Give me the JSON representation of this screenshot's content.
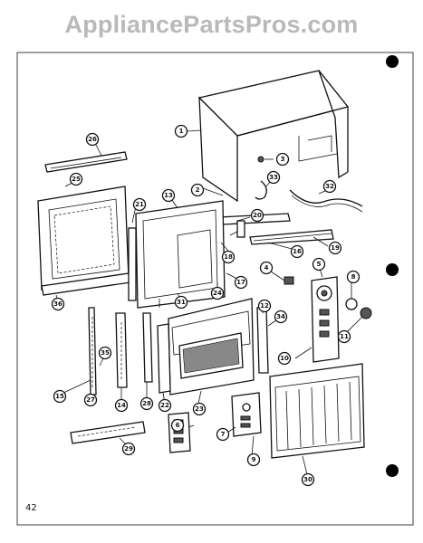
{
  "watermark": "AppliancePartsPros.com",
  "page_number": "42",
  "callouts": [
    "1",
    "2",
    "3",
    "4",
    "5",
    "6",
    "7",
    "8",
    "9",
    "10",
    "11",
    "12",
    "13",
    "14",
    "15",
    "16",
    "17",
    "18",
    "19",
    "20",
    "21",
    "22",
    "23",
    "24",
    "25",
    "26",
    "27",
    "28",
    "29",
    "30",
    "31",
    "32",
    "33",
    "34",
    "35",
    "36"
  ]
}
